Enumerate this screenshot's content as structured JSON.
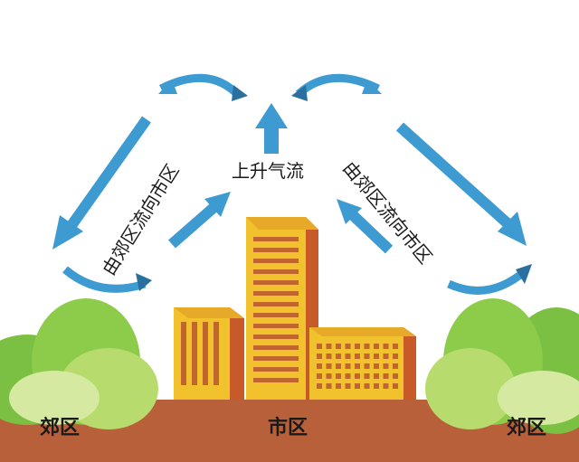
{
  "labels": {
    "center_top": "上升气流",
    "left_flow": "由郊区流向市区",
    "right_flow": "由郊区流向市区",
    "ground_left": "郊区",
    "ground_center": "市区",
    "ground_right": "郊区"
  },
  "colors": {
    "arrow": "#3d9bd1",
    "arrow_dark": "#2a6f9e",
    "ground": "#b8603a",
    "building_yellow": "#f2c12e",
    "building_side": "#c85a2a",
    "window": "#c0652d",
    "hill_dark": "#7cc043",
    "hill_light": "#b7dc6d",
    "hill_pale": "#d5eaa0"
  }
}
